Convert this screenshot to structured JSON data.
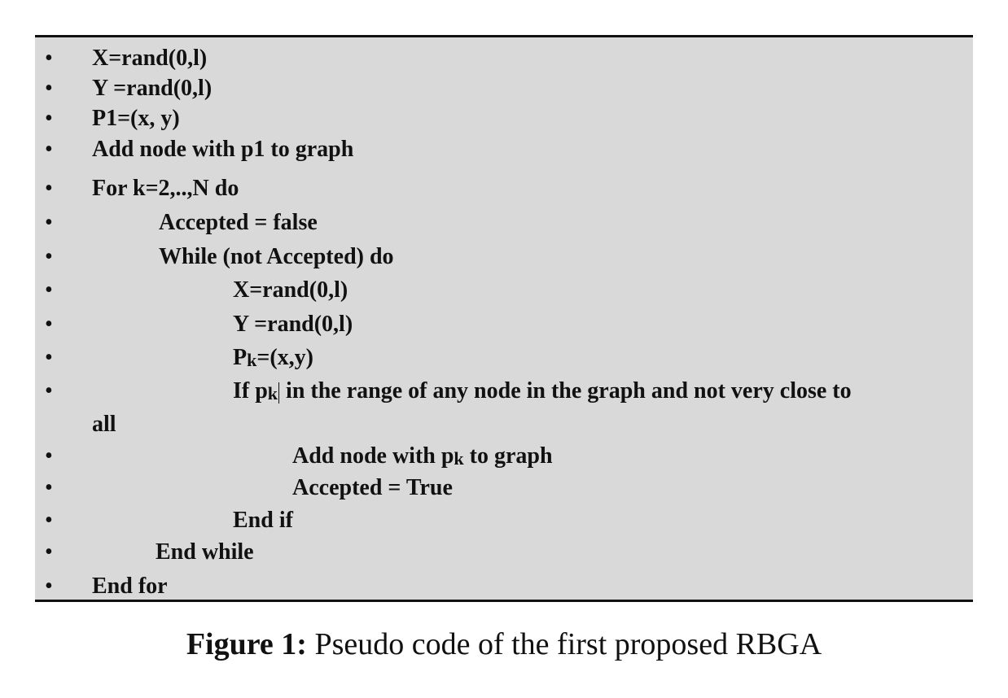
{
  "code_lines": [
    {
      "bullet": "•",
      "text": "X=rand(0,l)"
    },
    {
      "bullet": "•",
      "text": "Y =rand(0,l)"
    },
    {
      "bullet": "•",
      "text": "P1=(x, y)"
    },
    {
      "bullet": "•",
      "text": "Add node with p1 to graph"
    },
    {
      "bullet": "•",
      "text": "For k=2,..,N do"
    },
    {
      "bullet": "•",
      "text": "Accepted = false"
    },
    {
      "bullet": "•",
      "text": "While (not Accepted) do"
    },
    {
      "bullet": "•",
      "text": "X=rand(0,l)"
    },
    {
      "bullet": "•",
      "text": "Y =rand(0,l)"
    },
    {
      "bullet": "•",
      "text_pre": "P",
      "text_sub": "k",
      "text_post": "=(x,y)"
    },
    {
      "bullet": "•",
      "text_pre": "If p",
      "text_sub": "k",
      "text_post": " in the range of any node in the graph and not very close to",
      "wrap": "all"
    },
    {
      "bullet": "•",
      "text_pre": "Add node with p",
      "text_sub": "k",
      "text_post": " to graph"
    },
    {
      "bullet": "•",
      "text": "Accepted = True"
    },
    {
      "bullet": "•",
      "text": "End if"
    },
    {
      "bullet": "•",
      "text": "End while"
    },
    {
      "bullet": "•",
      "text": "End for"
    }
  ],
  "caption": {
    "label": "Figure 1:",
    "text": " Pseudo code of the first proposed RBGA"
  }
}
